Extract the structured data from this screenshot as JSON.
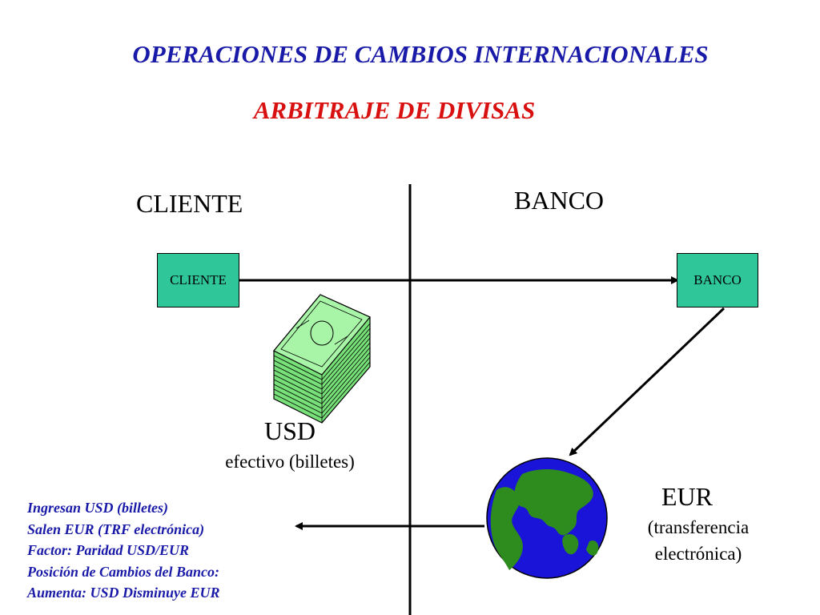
{
  "title": "OPERACIONES DE CAMBIOS INTERNACIONALES",
  "subtitle": "ARBITRAJE DE DIVISAS",
  "columns": {
    "left_heading": "CLIENTE",
    "right_heading": "BANCO"
  },
  "boxes": {
    "cliente": "CLIENTE",
    "banco": "BANCO"
  },
  "cash": {
    "currency": "USD",
    "description": "efectivo (billetes)"
  },
  "transfer": {
    "currency": "EUR",
    "line1": "(transferencia",
    "line2": "electrónica)"
  },
  "notes": [
    "Ingresan USD (billetes)",
    "Salen EUR (TRF electrónica)",
    "Factor: Paridad USD/EUR",
    "Posición de Cambios del Banco:",
    "Aumenta: USD  Disminuye EUR"
  ],
  "colors": {
    "title": "#1a1aa8",
    "subtitle": "#d81010",
    "box_fill": "#2fc79a",
    "notes": "#1a1aa8",
    "cash_green": "#8ef08e",
    "globe_ocean": "#1a14d8",
    "globe_land": "#2e8b1e"
  },
  "icons": [
    "banknote-stack-icon",
    "globe-icon"
  ]
}
